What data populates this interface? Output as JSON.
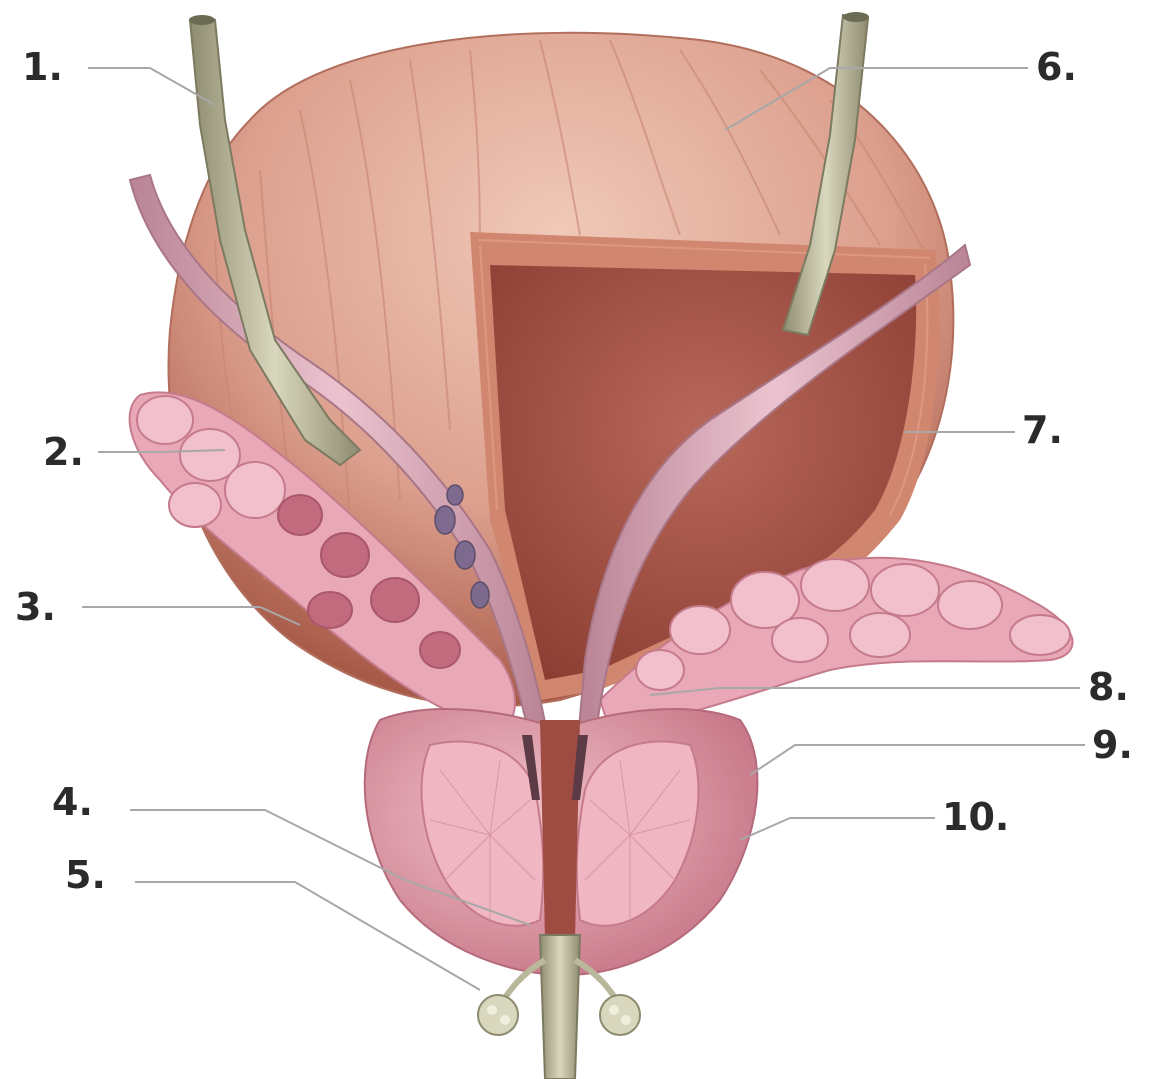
{
  "labels": [
    "1.",
    "2.",
    "3.",
    "4.",
    "5.",
    "6.",
    "7.",
    "8.",
    "9.",
    "10."
  ],
  "colors": {
    "background": "#ffffff",
    "bladder_outer": "#d99c8c",
    "bladder_inner": "#a8574a",
    "gland": "#e8a7b4",
    "duct": "#b9b89a",
    "label_text": "#2b2b2b",
    "leader_line": "#a8a8a8"
  }
}
